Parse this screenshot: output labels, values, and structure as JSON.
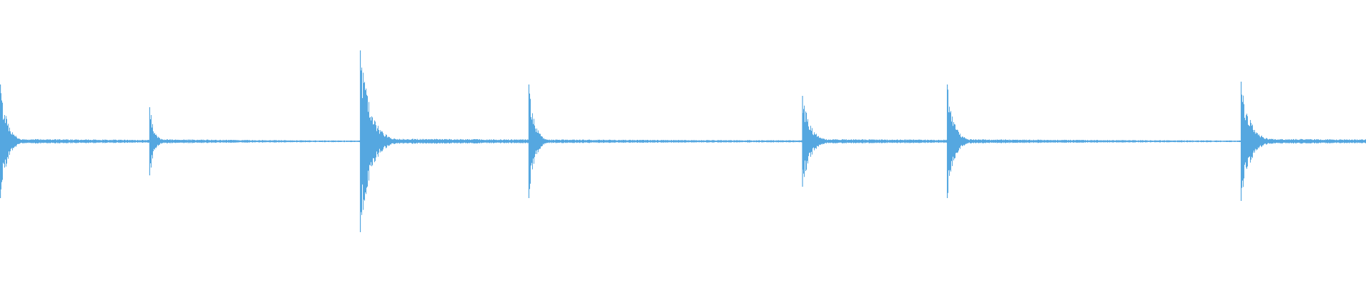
{
  "waveform": {
    "color": "#55a7e0",
    "duration_s": 1.0,
    "amplitude_max": 1.0,
    "baseline_noise": 0.006,
    "transients": [
      {
        "t": 0.0003,
        "amp": 0.4,
        "decay": 0.06,
        "tail_level": 0.018
      },
      {
        "t": 0.1096,
        "amp": 0.24,
        "decay": 0.04,
        "tail_level": 0.016
      },
      {
        "t": 0.2638,
        "amp": 0.64,
        "decay": 0.09,
        "tail_level": 0.02
      },
      {
        "t": 0.3872,
        "amp": 0.4,
        "decay": 0.05,
        "tail_level": 0.015
      },
      {
        "t": 0.5875,
        "amp": 0.32,
        "decay": 0.07,
        "tail_level": 0.017
      },
      {
        "t": 0.6935,
        "amp": 0.4,
        "decay": 0.06,
        "tail_level": 0.016
      },
      {
        "t": 0.9086,
        "amp": 0.42,
        "decay": 0.08,
        "tail_level": 0.019
      }
    ]
  }
}
